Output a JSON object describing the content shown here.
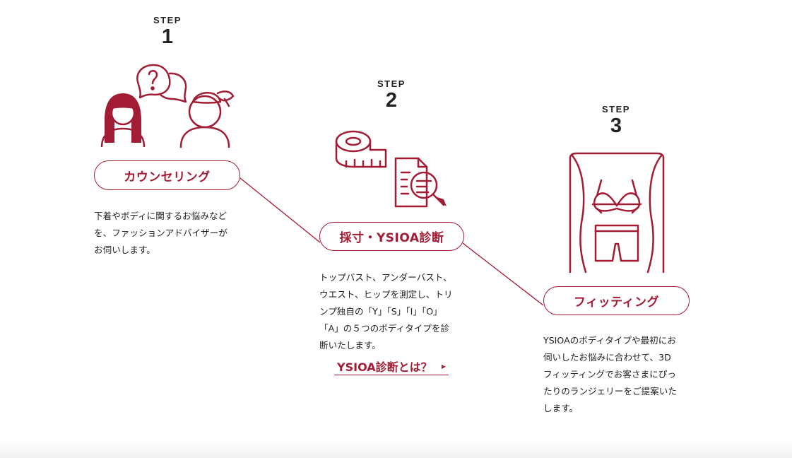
{
  "colors": {
    "accent": "#a31c35",
    "text": "#222222",
    "background": "#ffffff"
  },
  "steps": [
    {
      "label": "STEP",
      "number": "1",
      "icon": "counseling-people-icon",
      "title": "カウンセリング",
      "description": "下着やボディに関するお悩みなど\nを、ファッションアドバイザーが\nお伺いします。"
    },
    {
      "label": "STEP",
      "number": "2",
      "icon": "measuring-tape-diagnosis-icon",
      "title": "採寸・YSIOA診断",
      "description": "トップバスト、アンダーバスト、\nウエスト、ヒップを測定し、トリ\nンプ独自の「Y」「S」「I」「O」\n「A」の５つのボディタイプを診\n断いたします。",
      "link_label": "YSIOA診断とは？",
      "link_arrow": "▶"
    },
    {
      "label": "STEP",
      "number": "3",
      "icon": "fitting-lingerie-icon",
      "title": "フィッティング",
      "description": "YSIOAのボディタイプや最初にお\n伺いしたお悩みに合わせて、3D\nフィッティングでお客さまにぴっ\nたりのランジェリーをご提案いた\nします。"
    }
  ]
}
